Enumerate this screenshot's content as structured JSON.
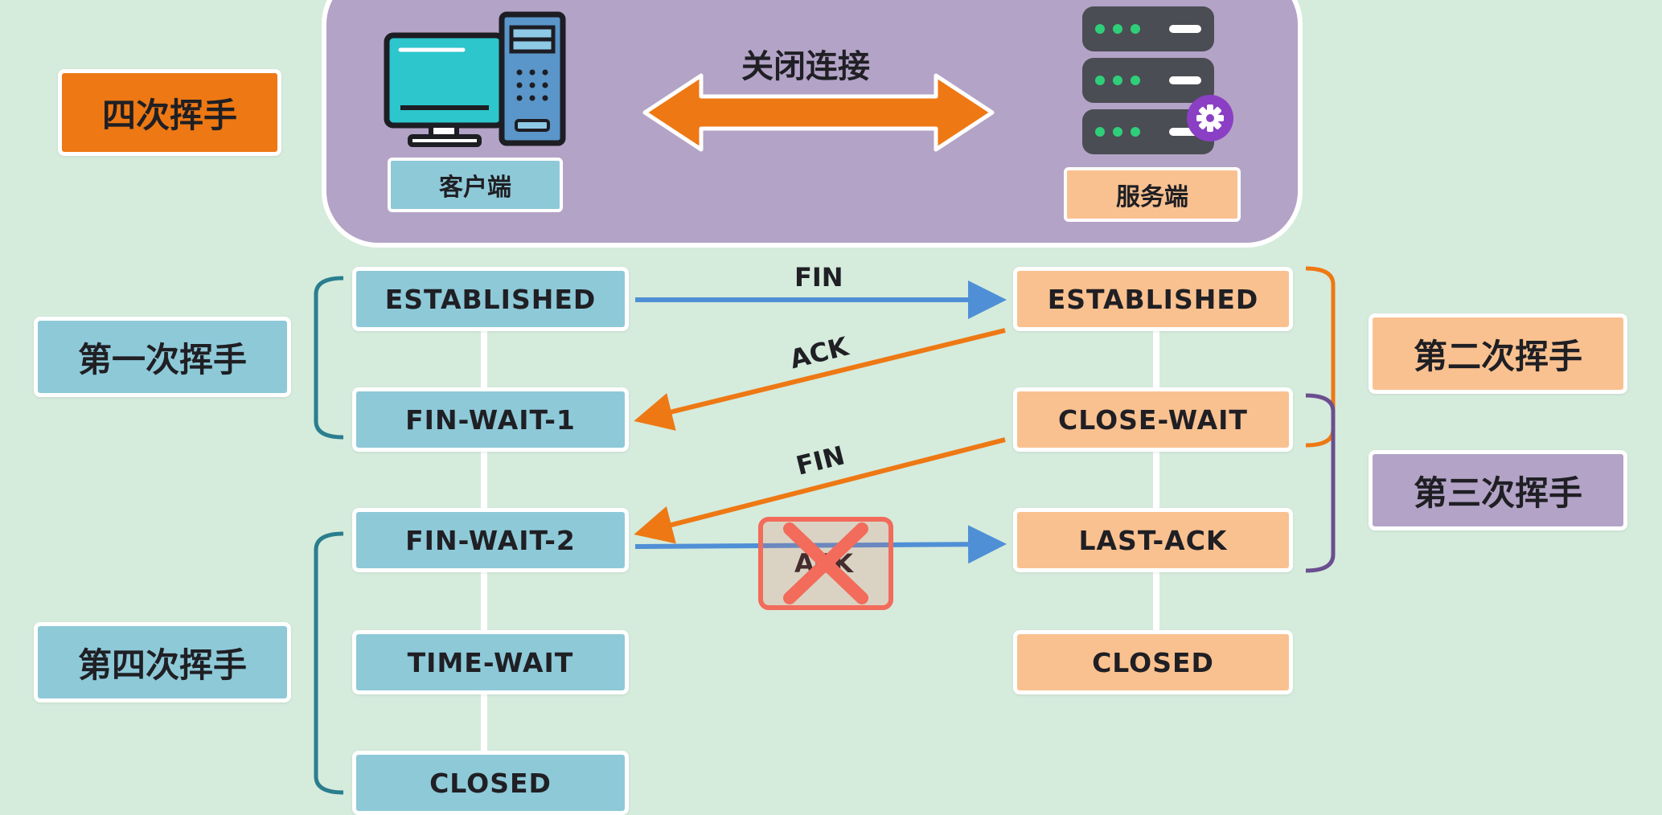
{
  "title": "四次挥手",
  "connection": {
    "action_label": "关闭连接",
    "client_label": "客户端",
    "server_label": "服务端"
  },
  "phases": {
    "first": "第一次挥手",
    "second": "第二次挥手",
    "third": "第三次挥手",
    "fourth": "第四次挥手"
  },
  "client_states": [
    "ESTABLISHED",
    "FIN-WAIT-1",
    "FIN-WAIT-2",
    "TIME-WAIT",
    "CLOSED"
  ],
  "server_states": [
    "ESTABLISHED",
    "CLOSE-WAIT",
    "LAST-ACK",
    "CLOSED"
  ],
  "messages": {
    "fin_1": "FIN",
    "ack_1": "ACK",
    "fin_2": "FIN",
    "ack_2": "ACK"
  },
  "colors": {
    "background": "#d5ebdc",
    "client_blue": "#8ec9d8",
    "server_peach": "#f9c190",
    "panel_purple": "#b3a3c6",
    "arrow_blue": "#4f8fd6",
    "arrow_orange": "#ee7813",
    "lost_red": "#f26b5b"
  }
}
